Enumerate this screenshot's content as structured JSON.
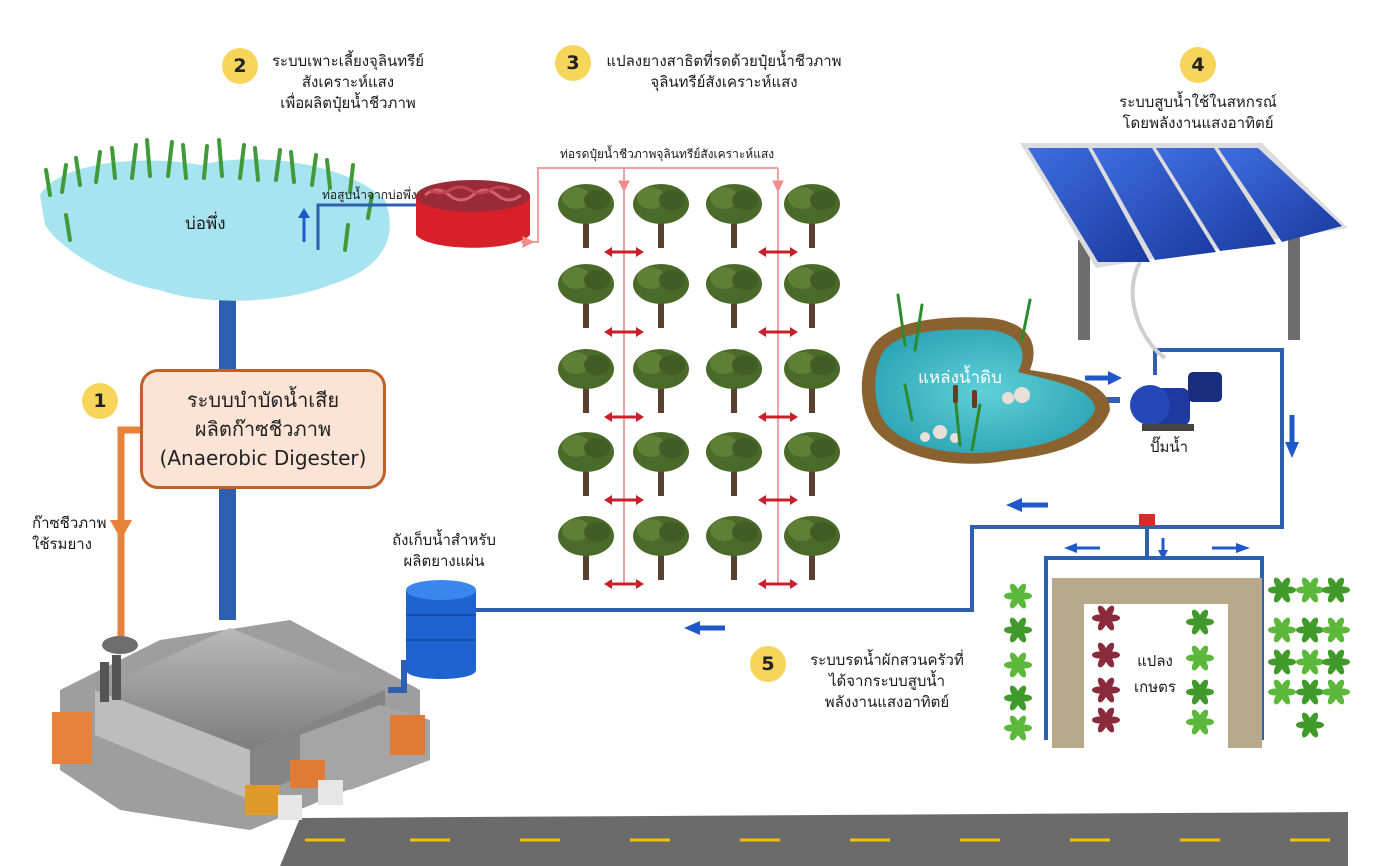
{
  "steps": [
    {
      "number": "1",
      "lines": [
        "ระบบบำบัดน้ำเสีย",
        "ผลิตก๊าซชีวภาพ",
        "(Anaerobic Digester)"
      ]
    },
    {
      "number": "2",
      "lines": [
        "ระบบเพาะเลี้ยงจุลินทรีย์",
        "สังเคราะห์แสง",
        "เพื่อผลิตปุ๋ยน้ำชีวภาพ"
      ]
    },
    {
      "number": "3",
      "lines": [
        "แปลงยางสาธิตที่รดด้วยปุ๋ยน้ำชีวภาพ",
        "จุลินทรีย์สังเคราะห์แสง"
      ]
    },
    {
      "number": "4",
      "lines": [
        "ระบบสูบน้ำใช้ในสหกรณ์",
        "โดยพลังงานแสงอาทิตย์"
      ]
    },
    {
      "number": "5",
      "lines": [
        "ระบบรดน้ำผักสวนครัวที่",
        "ได้จากระบบสูบน้ำ",
        "พลังงานแสงอาทิตย์"
      ]
    }
  ],
  "labels": {
    "pond": "บ่อพึ่ง",
    "pond_pipe": "ท่อสูบน้ำจากบ่อพึ่ง",
    "fertilizer_pipe": "ท่อรดปุ๋ยน้ำชีวภาพจุลินทรีย์สังเคราะห์แสง",
    "water_source": "แหล่งน้ำดิบ",
    "pump": "ปั๊มน้ำ",
    "biogas": [
      "ก๊าซชีวภาพ",
      "ใช้รมยาง"
    ],
    "tank": [
      "ถังเก็บน้ำสำหรับ",
      "ผลิตยางแผ่น"
    ],
    "farm_plot": [
      "แปลง",
      "เกษตร"
    ]
  },
  "icons": [
    "tree-icon",
    "solar-panel-icon",
    "water-pump-icon",
    "water-tank-icon",
    "factory-icon",
    "bioreactor-icon",
    "plant-icon",
    "sprinkler-icon",
    "arrow-icon"
  ],
  "colors": {
    "badge": "#f7d55a",
    "digester_border": "#c0612a",
    "digester_fill": "#fbe3d6",
    "water_pipe": "#2f5fb0",
    "gas_pipe": "#e8823a",
    "fertilizer_pipe": "#f0a0a0",
    "pond": "#a8e4f0",
    "road": "#6b6b6b"
  }
}
